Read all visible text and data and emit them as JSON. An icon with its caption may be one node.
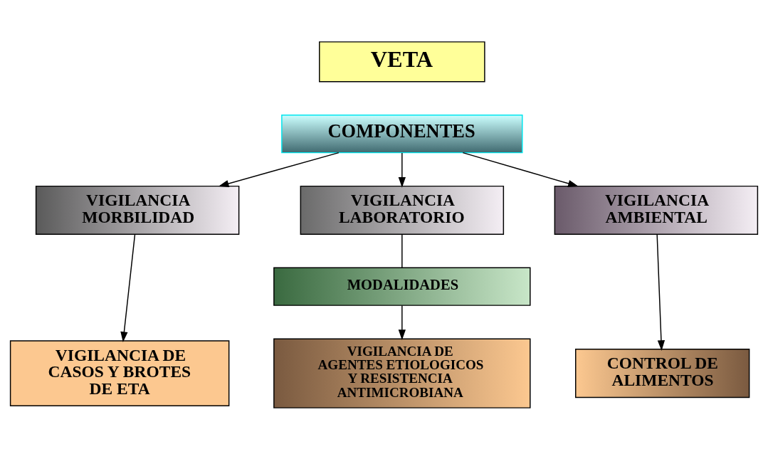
{
  "diagram": {
    "nodes": [
      {
        "text": [
          "VETA"
        ]
      },
      {
        "text": [
          "COMPONENTES"
        ]
      },
      {
        "text": [
          "VIGILANCIA MORBILIDAD"
        ]
      },
      {
        "text": [
          "VIGILANCIA LABORATORIO"
        ]
      },
      {
        "text": [
          "VIGILANCIA AMBIENTAL"
        ]
      },
      {
        "text": [
          "MODALIDADES"
        ]
      },
      {
        "text": [
          "VIGILANCIA DE CASOS Y BROTES DE ETA"
        ]
      },
      {
        "text": [
          "VIGILANCIA DE AGENTES ETIOLOGICOS Y RESISTENCIA ANTIMICROBIANA"
        ]
      },
      {
        "text": [
          "CONTROL DE ALIMENTOS"
        ]
      }
    ],
    "edges": [
      {
        "from": 1,
        "to": 2,
        "arrow": "to"
      },
      {
        "from": 1,
        "to": 3,
        "arrow": "to"
      },
      {
        "from": 1,
        "to": 4,
        "arrow": "to"
      },
      {
        "from": 2,
        "to": 6,
        "arrow": "to"
      },
      {
        "from": 3,
        "to": 5,
        "arrow": "none"
      },
      {
        "from": 5,
        "to": 7,
        "arrow": "to"
      },
      {
        "from": 4,
        "to": 8,
        "arrow": "to"
      }
    ]
  }
}
